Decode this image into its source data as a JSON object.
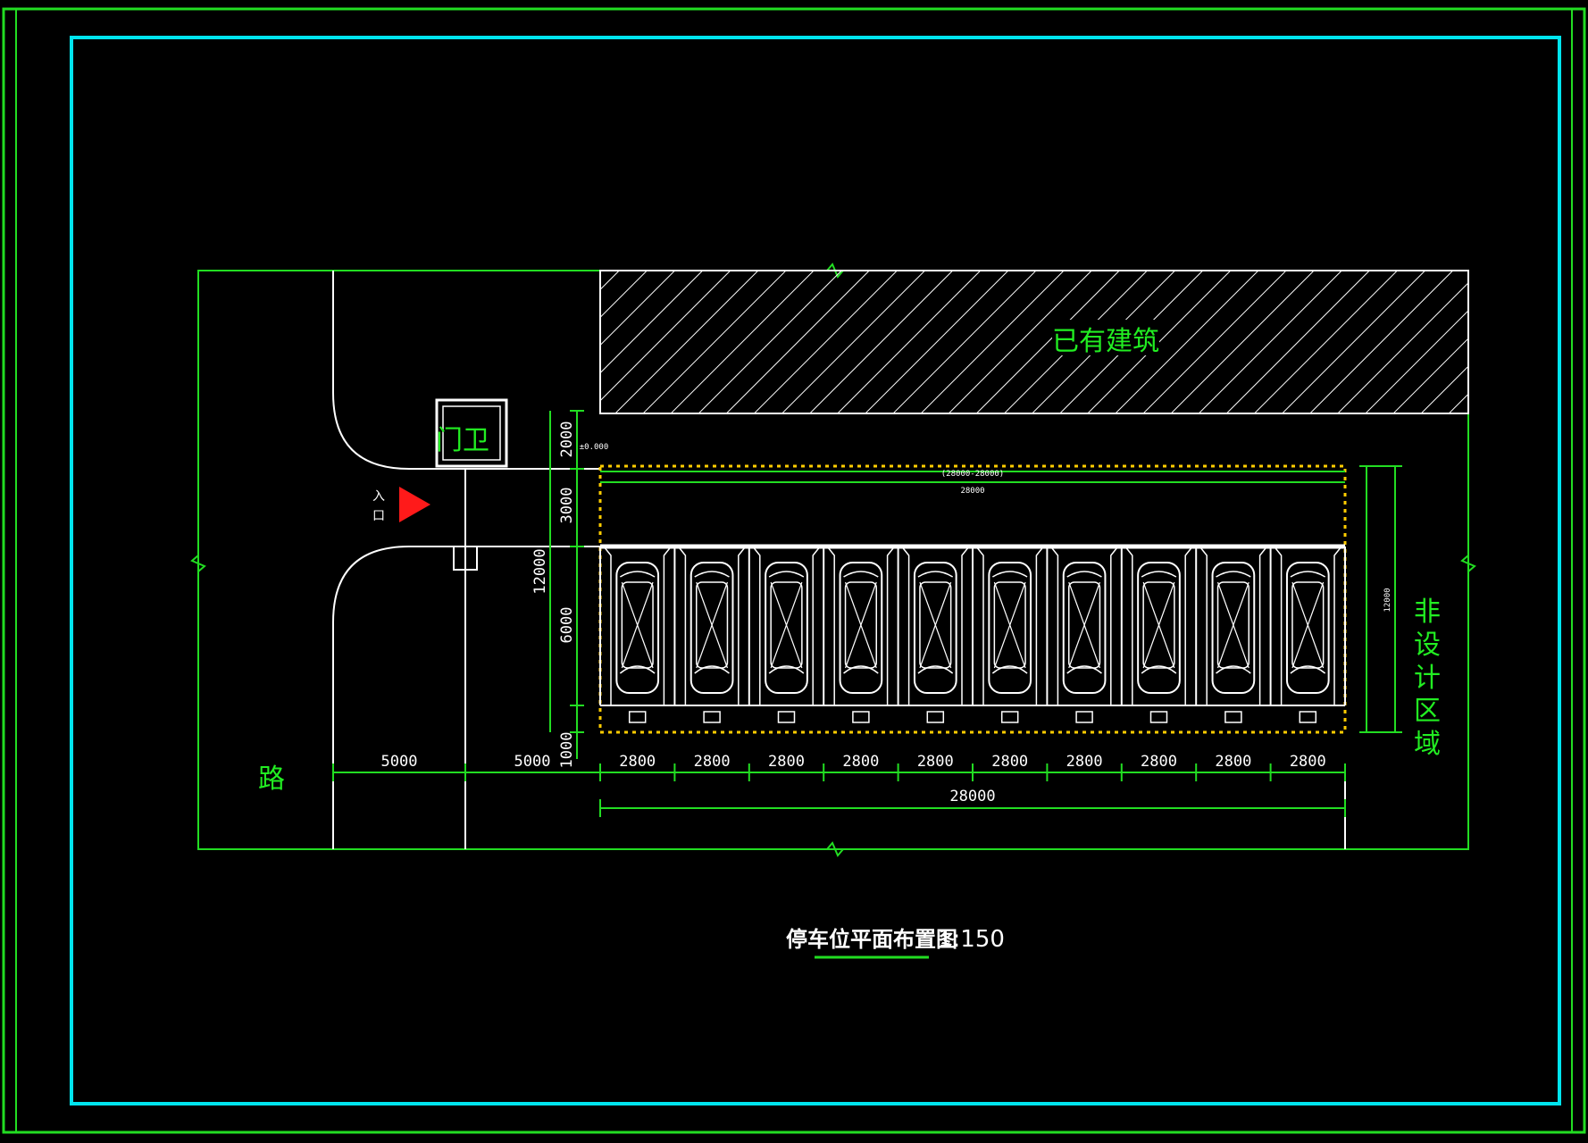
{
  "drawing": {
    "existing_building_label": "已有建筑",
    "guard_house_label": "门卫",
    "entrance_label": [
      "入",
      "口"
    ],
    "road_label": "路",
    "non_design_area_label": [
      "非",
      "设",
      "计",
      "区",
      "域"
    ],
    "title": "停车位平面布置图",
    "scale": "1:150"
  },
  "dimensions": {
    "road_widths": [
      "5000",
      "5000"
    ],
    "bay_widths": [
      "2800",
      "2800",
      "2800",
      "2800",
      "2800",
      "2800",
      "2800",
      "2800",
      "2800",
      "2800"
    ],
    "total_width": "28000",
    "top_total": "28000",
    "top_detail": "(28000-28000)",
    "vertical_outer": "12000",
    "vertical_parts": [
      "2000",
      "3000",
      "6000",
      "1000"
    ],
    "right_total": "12000",
    "small_left": "±0.000"
  },
  "colors": {
    "frame_outer": "#22dd22",
    "frame_inner": "#00e5ee",
    "linework": "#22dd22",
    "parking": "#ffffff",
    "boundary": "#ffcc00",
    "entrance_arrow": "#ff1a1a"
  }
}
